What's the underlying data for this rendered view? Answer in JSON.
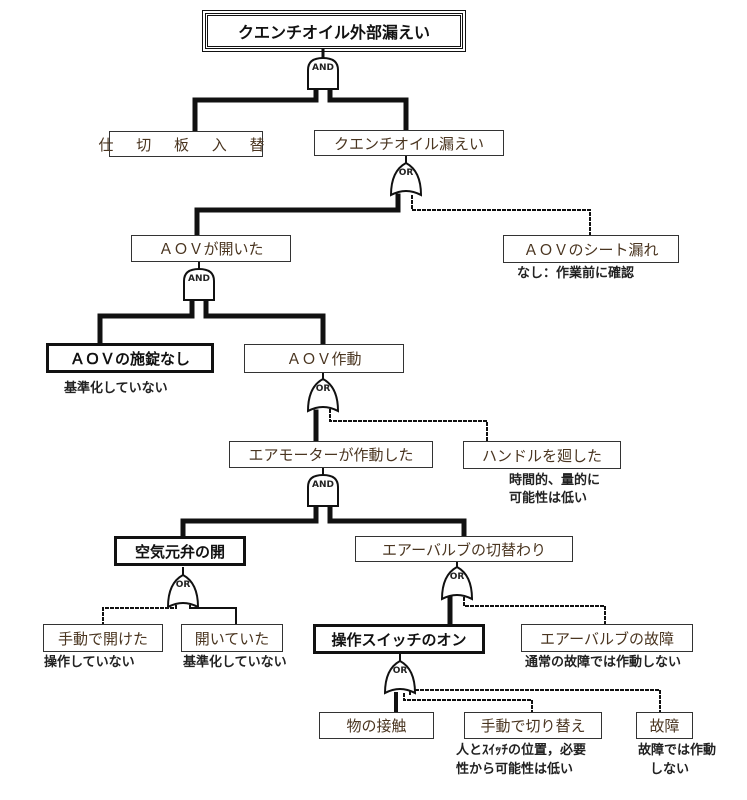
{
  "top_event": "クエンチオイル外部漏えい",
  "nodes": {
    "partition_plate": "仕 切 板 入 替",
    "quench_oil_leak": "クエンチオイル漏えい",
    "aov_opened": "ＡＯＶが開いた",
    "aov_seat_leak": "ＡＯＶのシート漏れ",
    "aov_no_lock": "ＡＯＶの施錠なし",
    "aov_actuated": "ＡＯＶ作動",
    "air_motor_actuated": "エアモーターが作動した",
    "handle_turned": "ハンドルを廻した",
    "air_source_valve_open": "空気元弁の開",
    "air_valve_switch": "エアーバルブの切替わり",
    "opened_manually": "手動で開けた",
    "was_open": "開いていた",
    "switch_on": "操作スイッチのオン",
    "air_valve_failure": "エアーバルブの故障",
    "contact_with_object": "物の接触",
    "manual_switching": "手動で切り替え",
    "failure": "故障"
  },
  "notes": {
    "seat_leak_note": "なし：作業前に確認",
    "no_lock_note": "基準化していない",
    "handle_note_1": "時間的、量的に",
    "handle_note_2": "可能性は低い",
    "manual_open_note": "操作していない",
    "was_open_note": "基準化していない",
    "air_valve_failure_note": "通常の故障では作動しない",
    "manual_switch_note_1": "人とｽｲｯﾁの位置，必要",
    "manual_switch_note_2": "性から可能性は低い",
    "failure_note_1": "故障では作動",
    "failure_note_2": "しない"
  },
  "gates": {
    "g1": "AND",
    "g2": "OR",
    "g3": "AND",
    "g4": "OR",
    "g5": "AND",
    "g6": "OR",
    "g7": "OR",
    "g8": "OR"
  },
  "colors": {
    "line": "#111111",
    "text_box": "#4a3520"
  }
}
